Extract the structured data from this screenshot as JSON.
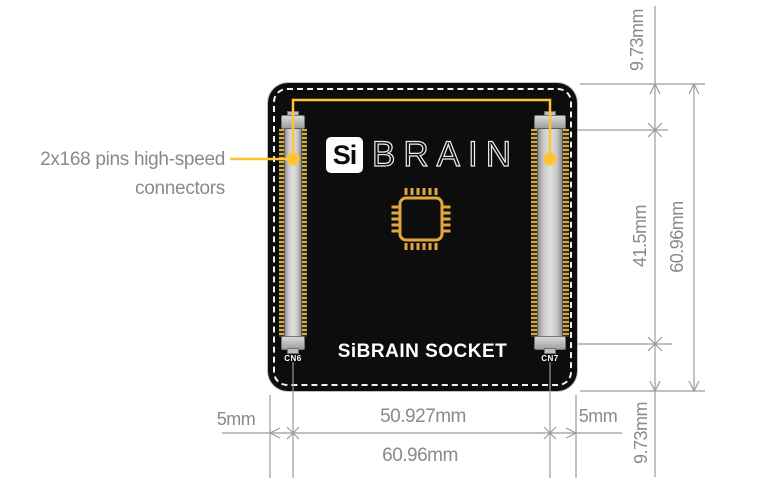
{
  "colors": {
    "accent_yellow": "#FFC431",
    "chip_gold": "#E2A63D",
    "dim_gray": "#9B9B9B",
    "text_gray": "#8A8A8A",
    "board_black": "#0D0D0D"
  },
  "callout": {
    "line1": "2x168 pins high-speed",
    "line2": "connectors"
  },
  "board": {
    "logo_si": "Si",
    "logo_brain": "BRAIN",
    "socket_label": "SiBRAIN SOCKET",
    "connectors": {
      "left": "CN6",
      "right": "CN7"
    }
  },
  "dimensions": {
    "right": {
      "top_offset": "9.73mm",
      "connector_height": "41.5mm",
      "board_height": "60.96mm",
      "bottom_offset": "9.73mm"
    },
    "bottom": {
      "left_offset": "5mm",
      "connector_spacing": "50.927mm",
      "right_offset": "5mm",
      "board_width": "60.96mm"
    }
  }
}
